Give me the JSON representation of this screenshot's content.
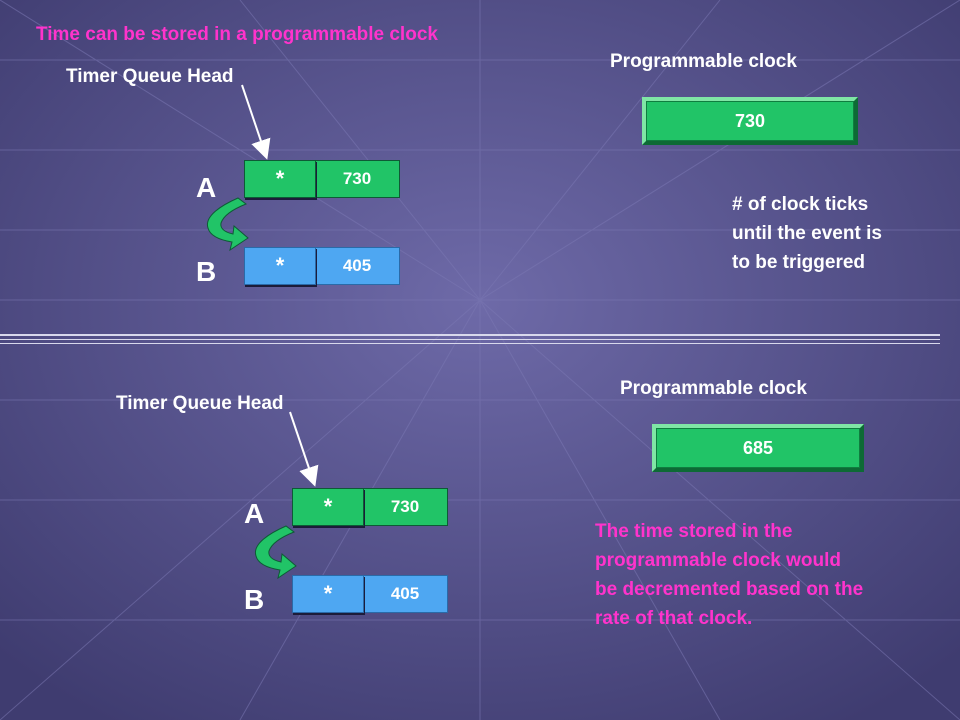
{
  "title": "Time can be stored in a programmable clock",
  "top": {
    "head_label": "Timer Queue Head",
    "clock_label": "Programmable clock",
    "clock_value": "730",
    "node_a": {
      "label": "A",
      "pointer": "*",
      "value": "730"
    },
    "node_b": {
      "label": "B",
      "pointer": "*",
      "value": "405"
    },
    "note": "# of clock ticks until the event is to be triggered"
  },
  "bottom": {
    "head_label": "Timer Queue Head",
    "clock_label": "Programmable clock",
    "clock_value": "685",
    "node_a": {
      "label": "A",
      "pointer": "*",
      "value": "730"
    },
    "node_b": {
      "label": "B",
      "pointer": "*",
      "value": "405"
    },
    "note": "The time stored in the programmable clock would be decremented based on the rate of that clock."
  },
  "colors": {
    "background": "#53508a",
    "title": "#ff33cc",
    "node_a": "#21c467",
    "node_b": "#4ea7f2",
    "arrow": "#21c467"
  }
}
